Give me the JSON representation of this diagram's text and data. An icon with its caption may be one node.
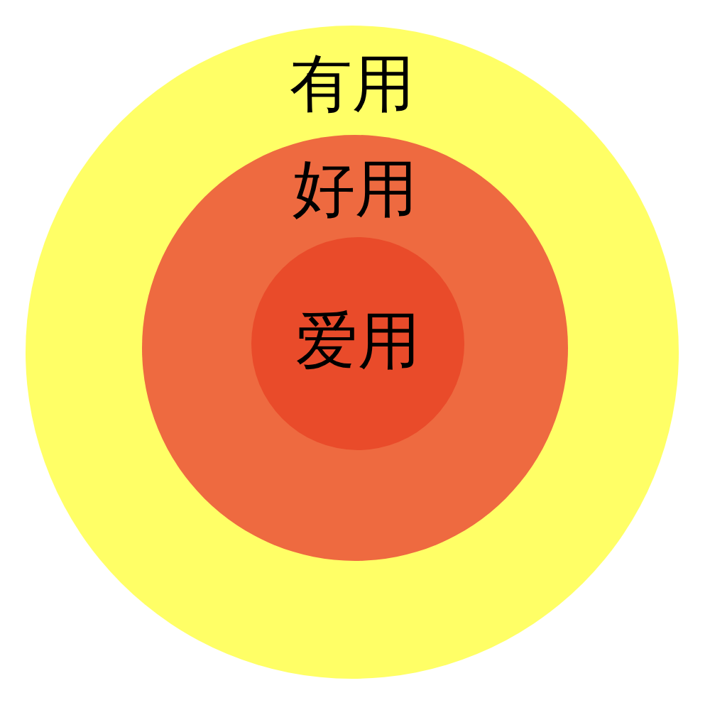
{
  "diagram": {
    "nodes": [
      {
        "text": [
          "有用"
        ]
      },
      {
        "text": [
          "好用"
        ],
        "in": 0
      },
      {
        "text": [
          "爱用"
        ],
        "in": 1
      }
    ]
  }
}
